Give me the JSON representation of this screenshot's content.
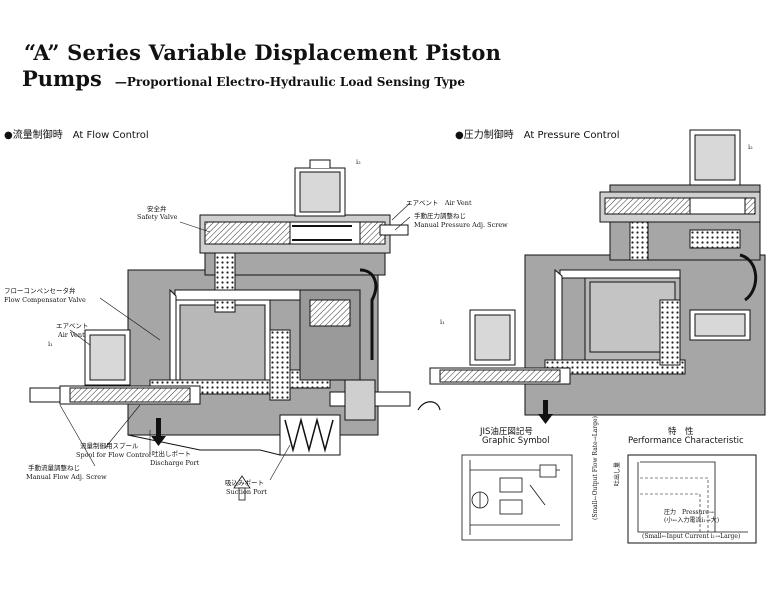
{
  "header": {
    "title_line1": "“A” Series Variable Displacement Piston",
    "title_line2_main": "Pumps",
    "title_line2_sub": "—Proportional Electro-Hydraulic Load Sensing Type"
  },
  "left_section": {
    "heading": "●流量制御時　At Flow Control",
    "labels": {
      "safety_valve_jp": "安全弁",
      "safety_valve_en": "Safety Valve",
      "air_vent_top_jp": "エアベント　Air Vent",
      "manual_pressure_jp": "手動圧力調整ねじ",
      "manual_pressure_en": "Manual Pressure Adj. Screw",
      "flow_comp_jp": "フローコンペンセータ弁",
      "flow_comp_en": "Flow Compensator Valve",
      "air_vent_left_jp": "エアベント",
      "air_vent_left_en": "Air Vent",
      "current_symbol_left": "i₁",
      "current_symbol_top": "i₂",
      "spool_jp": "流量制御用スプール",
      "spool_en": "Spool for Flow Control",
      "manual_flow_jp": "手動流量調整ねじ",
      "manual_flow_en": "Manual Flow Adj. Screw",
      "discharge_jp": "吐出しポート",
      "discharge_en": "Discharge Port",
      "suction_jp": "吸込みポート",
      "suction_en": "Suction Port"
    }
  },
  "right_section": {
    "heading": "●圧力制御時　At Pressure Control",
    "current_symbol_top": "i₂",
    "current_symbol_left": "i₁",
    "jis_jp": "JIS油圧図記号",
    "jis_en": "Graphic Symbol",
    "perf_jp": "特　性",
    "perf_en": "Performance Characteristic",
    "chart_labels": {
      "y_label_jp": "吐出し量",
      "y_label_en": "(Small←Output Flow Rate→Large)",
      "x_label_pressure": "圧力　Pressure→",
      "x_label_input_jp": "(小←入力電流i₁→大)",
      "x_label_input_en": "(Small←Input Current i₁→Large)"
    }
  }
}
